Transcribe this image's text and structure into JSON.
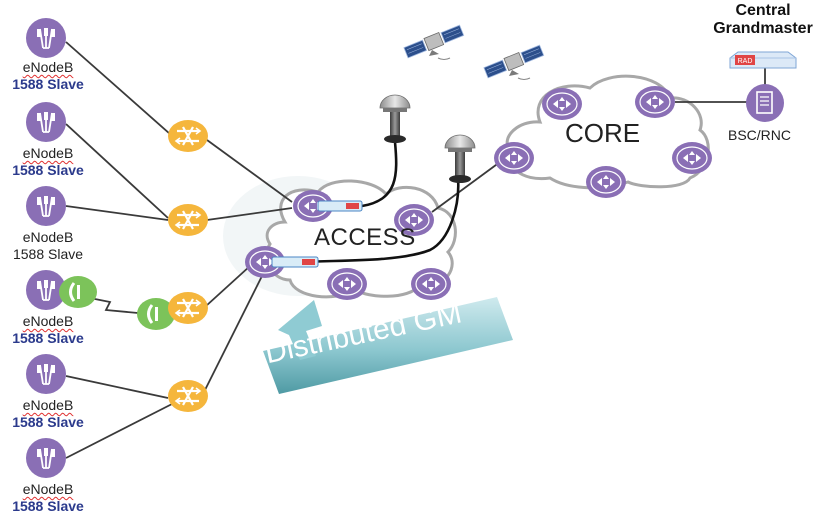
{
  "central_grandmaster": {
    "line1": "Central",
    "line2": "Grandmaster",
    "device_badge": "RAD"
  },
  "bsc": {
    "label": "BSC/RNC"
  },
  "core": {
    "label": "CORE"
  },
  "access": {
    "label": "ACCESS"
  },
  "distributed_gm": {
    "label": "Distributed GM"
  },
  "enodebs": [
    {
      "name": "eNodeB",
      "role": "1588 Slave",
      "bold": true
    },
    {
      "name": "eNodeB",
      "role": "1588 Slave",
      "bold": true
    },
    {
      "name": "eNodeB",
      "role": "1588 Slave",
      "bold": false
    },
    {
      "name": "eNodeB",
      "role": "1588 Slave",
      "bold": true
    },
    {
      "name": "eNodeB",
      "role": "1588 Slave",
      "bold": true
    },
    {
      "name": "eNodeB",
      "role": "1588 Slave",
      "bold": true
    }
  ],
  "colors": {
    "router": "#8a6fb5",
    "enodeb": "#8a6fb5",
    "switch": "#f5b63c",
    "microwave": "#7cc35a",
    "cloud_stroke": "#a8a8a8",
    "arrow_top": "#bfe3e8",
    "arrow_bottom": "#5ea9b2",
    "slave_text": "#2b3a8c"
  },
  "icons": [
    "enodeb-antenna-icon",
    "ethernet-switch-icon",
    "router-icon",
    "gps-antenna-icon",
    "satellite-icon",
    "microwave-icon",
    "grandmaster-device-icon",
    "bsc-rnc-icon"
  ]
}
